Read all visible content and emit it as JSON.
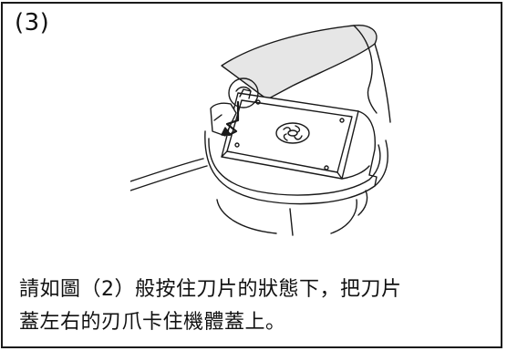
{
  "step_label": "(3)",
  "instruction": {
    "line1": "請如圖（2）般按住刀片的狀態下，把刀片",
    "line2": "蓋左右的刃爪卡住機體蓋上。"
  },
  "illustration": {
    "subject": "blade-cover-mounting",
    "stroke_color": "#1a1a1a",
    "fill_color": "#ffffff",
    "shade_color": "#e6e6e6"
  }
}
